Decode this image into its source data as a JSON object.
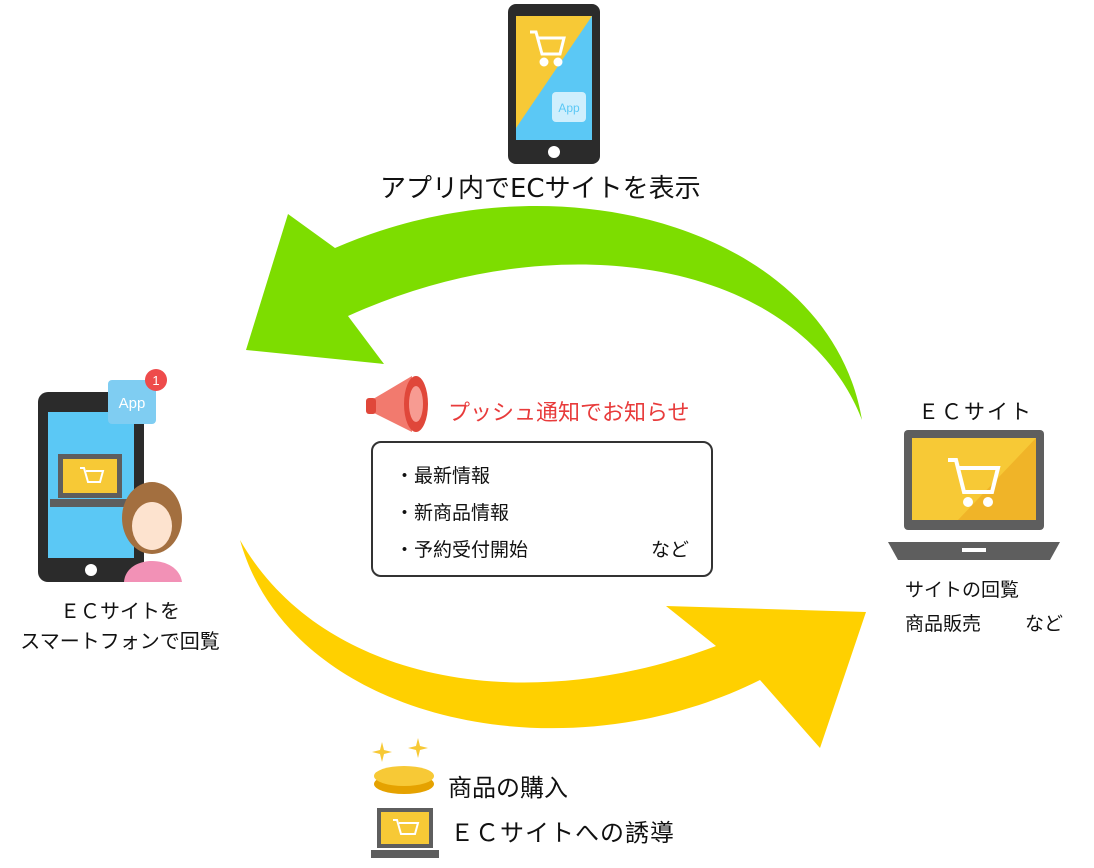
{
  "top": {
    "caption": "アプリ内でECサイトを表示",
    "app_badge_label": "App"
  },
  "push": {
    "title": "プッシュ通知でお知らせ",
    "items": [
      "・最新情報",
      "・新商品情報",
      "・予約受付開始"
    ],
    "etc": "など"
  },
  "left": {
    "app_label": "App",
    "notification_count": "1",
    "caption_line1": "ＥＣサイトを",
    "caption_line2": "スマートフォンで回覧"
  },
  "right": {
    "title": "ＥＣサイト",
    "line1": "サイトの回覧",
    "line2": "商品販売",
    "etc": "など"
  },
  "bottom": {
    "line1": "商品の購入",
    "line2": "ＥＣサイトへの誘導"
  },
  "colors": {
    "green_arrow": "#7ddd00",
    "yellow_arrow": "#ffd000",
    "push_red": "#e83b3b",
    "screen_blue": "#5bc8f5",
    "screen_yellow": "#f7c936",
    "device_dark": "#2b2b2b",
    "laptop_gray": "#5e5e5e"
  }
}
